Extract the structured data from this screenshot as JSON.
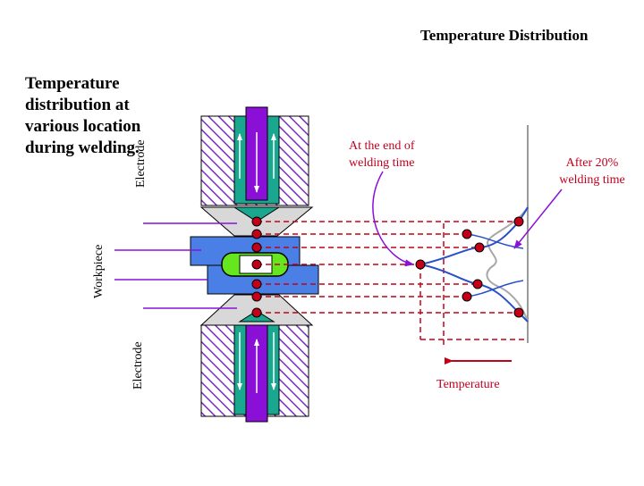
{
  "title": "Temperature Distribution",
  "heading": "Temperature distribution at various location during welding.",
  "labels": {
    "end_of_welding": "At the end of welding time",
    "after_20": "After 20% welding time",
    "temperature": "Temperature",
    "electrode_top": "Electrode",
    "workpiece": "Workpiece",
    "electrode_bottom": "Electrode"
  },
  "colors": {
    "hatch": "#7c2cc4",
    "electrode_core": "#8a10d8",
    "electrode_body": "#1aa78f",
    "workpiece": "#4a7fe6",
    "nugget": "#66e61e",
    "cap": "#d8d8d8",
    "point": "#c40018",
    "dashed": "#c40018",
    "arrow": "#c40018",
    "curve_blue": "#2850c8",
    "curve_gray": "#a8a8a8",
    "pointer": "#8a10d8"
  }
}
